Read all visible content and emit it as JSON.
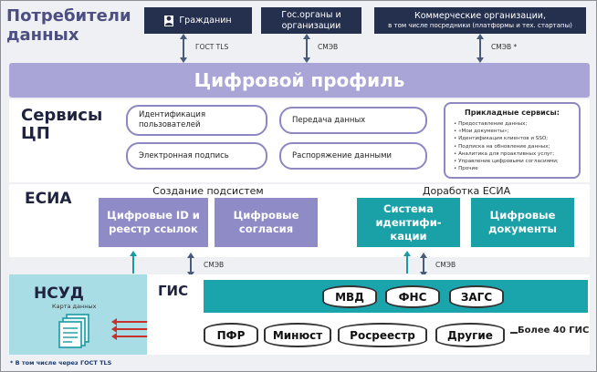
{
  "header": {
    "title": "Потребители данных"
  },
  "consumers": [
    {
      "label": "Гражданин",
      "icon": "user-icon"
    },
    {
      "label": "Гос.органы и организации"
    },
    {
      "label": "Коммерческие организации,",
      "note": "в том числе посредники (платформы и тех. стартапы)"
    }
  ],
  "links": {
    "gost": "ГОСТ TLS",
    "smev1": "СМЭВ",
    "smev2": "СМЭВ *",
    "smev_left": "СМЭВ",
    "smev_right": "СМЭВ"
  },
  "banner": "Цифровой профиль",
  "services": {
    "heading": "Сервисы ЦП",
    "items": [
      "Идентификация пользователей",
      "Передача данных",
      "Электронная подпись",
      "Распоряжение данными"
    ],
    "applied": {
      "title": "Прикладные сервисы:",
      "list": [
        "Предоставление данных;",
        "«Мои документы»;",
        "Идентификация клиентов и SSO;",
        "Подписка на обновление данных;",
        "Аналитика для проактивных услуг;",
        "Управление цифровыми согласиями;",
        "Прочие"
      ]
    }
  },
  "esia": {
    "heading": "ЕСИА",
    "left_sub": "Создание подсистем",
    "right_sub": "Доработка ЕСИА",
    "cards": [
      "Цифровые ID и реестр ссылок",
      "Цифровые согласия",
      "Система идентифи-кации",
      "Цифровые документы"
    ]
  },
  "nsud": {
    "heading": "НСУД",
    "sub": "Карта данных"
  },
  "gis": {
    "heading": "ГИС",
    "row1": [
      "МВД",
      "ФНС",
      "ЗАГС"
    ],
    "row2": [
      "ПФР",
      "Минюст",
      "Росреестр",
      "Другие"
    ],
    "more": "Более 40 ГИС"
  },
  "footnote": "* В том числе через ГОСТ TLS",
  "colors": {
    "navy": "#25304e",
    "lavender": "#a9a5d6",
    "purple": "#8f8bc6",
    "teal": "#1aa0a7",
    "light_teal": "#a9dde6"
  }
}
